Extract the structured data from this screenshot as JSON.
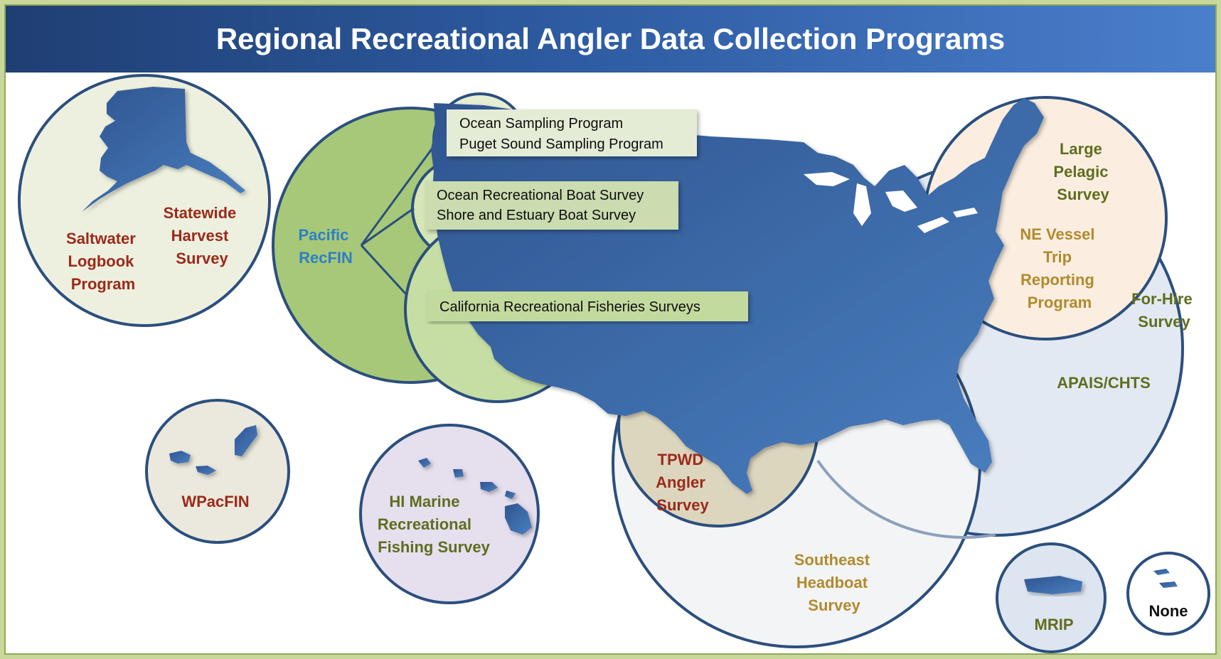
{
  "title": "Regional Recreational Angler Data Collection Programs",
  "alaska": {
    "statewide": [
      "Statewide",
      "Harvest",
      "Survey"
    ],
    "saltwater": [
      "Saltwater",
      "Logbook",
      "Program"
    ]
  },
  "pacific": {
    "recfin": [
      "Pacific",
      "RecFIN"
    ],
    "box_wa": [
      "Ocean Sampling Program",
      "Puget Sound Sampling Program"
    ],
    "box_or": [
      "Ocean Recreational Boat Survey",
      "Shore and Estuary Boat Survey"
    ],
    "box_ca": [
      "California Recreational Fisheries Surveys"
    ]
  },
  "wpacfin": "WPacFIN",
  "hawaii": [
    "HI Marine",
    "Recreational",
    "Fishing Survey"
  ],
  "atlantic": {
    "large_pelagic": [
      "Large",
      "Pelagic",
      "Survey"
    ],
    "ne_vessel": [
      "NE Vessel",
      "Trip",
      "Reporting",
      "Program"
    ],
    "for_hire": [
      "For-Hire",
      "Survey"
    ],
    "apais": "APAIS/CHTS"
  },
  "tpwd": [
    "TPWD",
    "Angler",
    "Survey"
  ],
  "southeast": [
    "Southeast",
    "Headboat",
    "Survey"
  ],
  "mrip": "MRIP",
  "none": "None",
  "colors": {
    "header": "#2d5aa0",
    "land": "#3a68a8",
    "outline": "#2b4f7e",
    "red_label": "#9b2a1a",
    "green_label": "#5e6e1f",
    "blue_label": "#2e7fc4",
    "gold_label": "#b08a2e"
  }
}
